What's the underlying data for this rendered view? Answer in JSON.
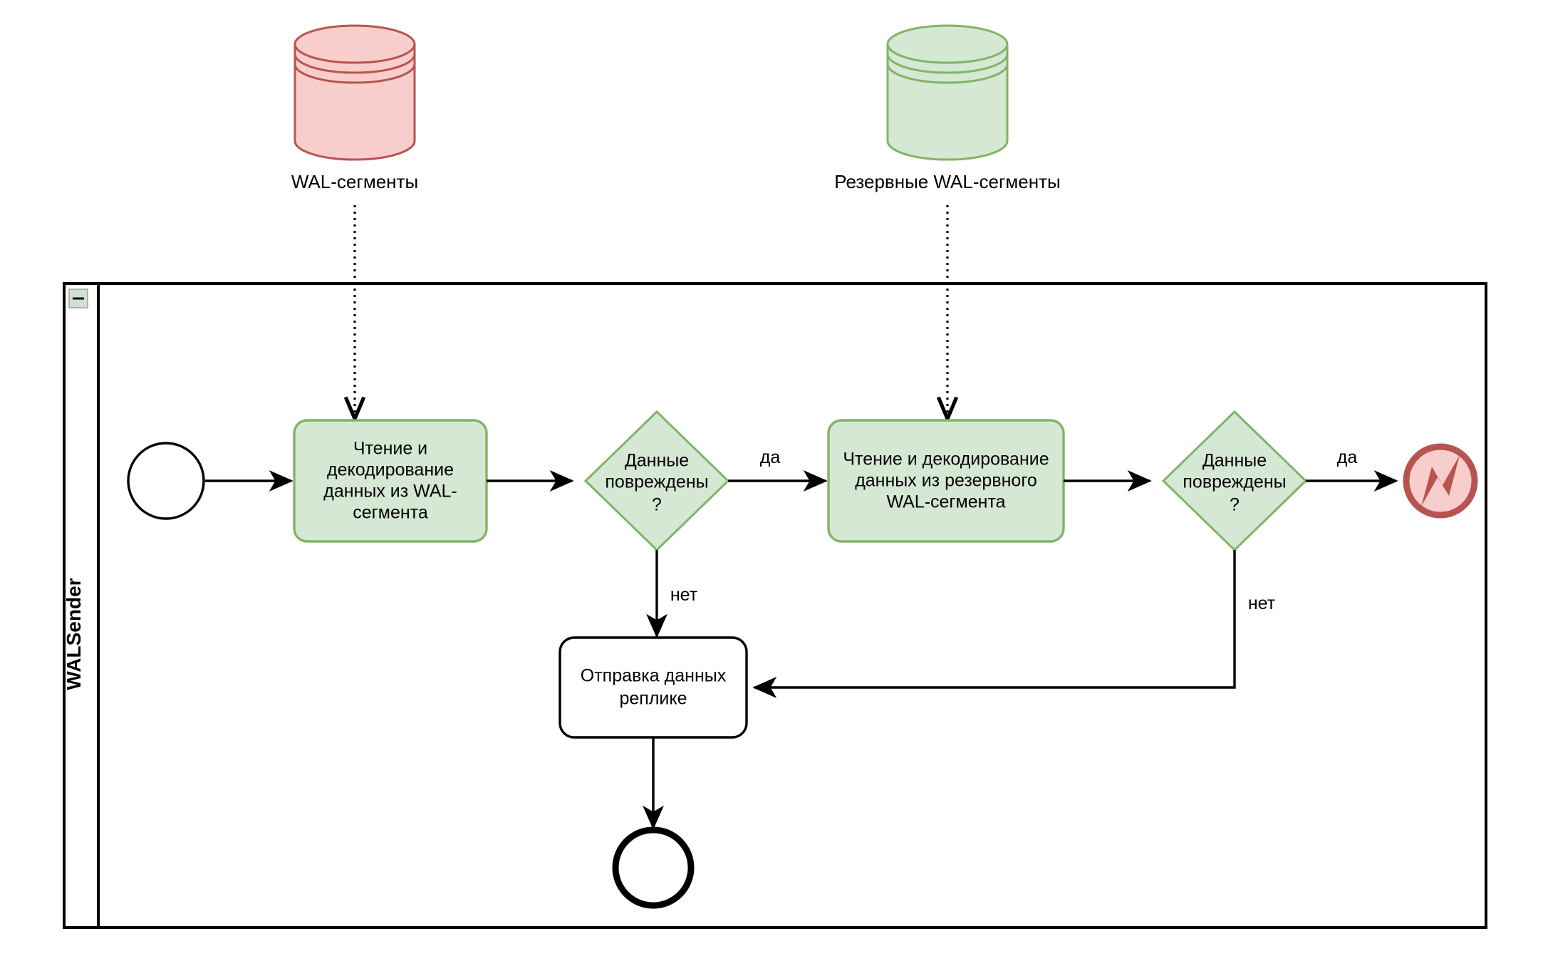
{
  "diagram": {
    "type": "bpmn-flowchart",
    "title": "WALSender",
    "pool": {
      "label": "WALSender",
      "collapse_control": "minus-icon"
    },
    "data_stores": [
      {
        "id": "wal-segments",
        "label": "WAL-сегменты",
        "fill": "#f8cecc",
        "stroke": "#b85450"
      },
      {
        "id": "backup-wal-segments",
        "label": "Резервные WAL-сегменты",
        "fill": "#d5e8d4",
        "stroke": "#82b366"
      }
    ],
    "events": [
      {
        "id": "start-event",
        "kind": "start",
        "label": ""
      },
      {
        "id": "error-end-event",
        "kind": "error-end",
        "label": "",
        "fill": "#f8cecc",
        "stroke": "#b85450",
        "symbol": "error-bolt-icon"
      },
      {
        "id": "end-event",
        "kind": "end",
        "label": ""
      }
    ],
    "tasks": [
      {
        "id": "read-wal",
        "label": "Чтение и декодирование данных из WAL-сегмента",
        "lines": [
          "Чтение и",
          "декодирование",
          "данных из WAL-",
          "сегмента"
        ],
        "fill": "#d5e8d4",
        "stroke": "#82b366"
      },
      {
        "id": "read-backup-wal",
        "label": "Чтение и декодирование данных из резервного WAL-сегмента",
        "lines": [
          "Чтение и декодирование",
          "данных из резервного",
          "WAL-сегмента"
        ],
        "fill": "#d5e8d4",
        "stroke": "#82b366"
      },
      {
        "id": "send-to-replica",
        "label": "Отправка данных реплике",
        "lines": [
          "Отправка данных",
          "реплике"
        ],
        "fill": "#ffffff",
        "stroke": "#000000"
      }
    ],
    "gateways": [
      {
        "id": "gateway-corrupt-1",
        "label": "Данные повреждены ?",
        "lines": [
          "Данные",
          "повреждены",
          "?"
        ],
        "fill": "#d5e8d4",
        "stroke": "#82b366"
      },
      {
        "id": "gateway-corrupt-2",
        "label": "Данные повреждены ?",
        "lines": [
          "Данные",
          "повреждены",
          "?"
        ],
        "fill": "#d5e8d4",
        "stroke": "#82b366"
      }
    ],
    "edge_labels": {
      "yes_1": "да",
      "no_1": "нет",
      "yes_2": "да",
      "no_2": "нет"
    }
  }
}
